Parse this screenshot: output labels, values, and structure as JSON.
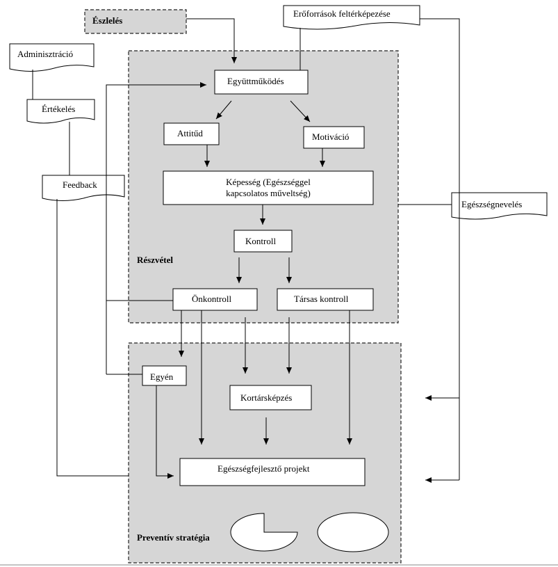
{
  "nodes": {
    "eszleles": "Észlelés",
    "eroforrasok": "Erőforrások feltérképezése",
    "adminisztracio": "Adminisztráció",
    "ertekeles": "Értékelés",
    "feedback": "Feedback",
    "egyuttmukodes": "Együttműködés",
    "attitud": "Attitűd",
    "motivacio": "Motiváció",
    "kepesseg": "Képesség (Egészséggel kapcsolatos műveltség)",
    "kontroll": "Kontroll",
    "onkontroll": "Önkontroll",
    "tarsas_kontroll": "Társas kontroll",
    "egeszsegneveles": "Egészségnevelés",
    "egyen": "Egyén",
    "kortarskepzes": "Kortársképzés",
    "egeszsegfejleszto": "Egészségfejlesztő projekt"
  },
  "regions": {
    "reszvetel": "Részvétel",
    "preventiv": "Preventív stratégia"
  }
}
